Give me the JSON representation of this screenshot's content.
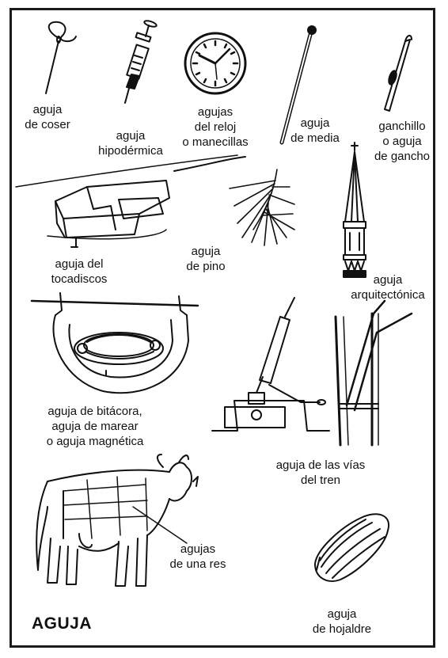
{
  "title": "AGUJA",
  "labels": {
    "coser": [
      "aguja",
      "de coser"
    ],
    "hipodermica": [
      "aguja",
      "hipodérmica"
    ],
    "reloj": [
      "agujas",
      "del reloj",
      "o manecillas"
    ],
    "media": [
      "aguja",
      "de media"
    ],
    "gancho": [
      "ganchillo",
      "o aguja",
      "de gancho"
    ],
    "tocadiscos": [
      "aguja del",
      "tocadiscos"
    ],
    "pino": [
      "aguja",
      "de pino"
    ],
    "arquitectonica": [
      "aguja",
      "arquitectónica"
    ],
    "bitacora": [
      "aguja de bitácora,",
      "aguja de marear",
      "o aguja magnética"
    ],
    "vias": [
      "aguja de las vías",
      "del tren"
    ],
    "res": [
      "agujas",
      "de una res"
    ],
    "hojaldre": [
      "aguja",
      "de hojaldre"
    ]
  }
}
